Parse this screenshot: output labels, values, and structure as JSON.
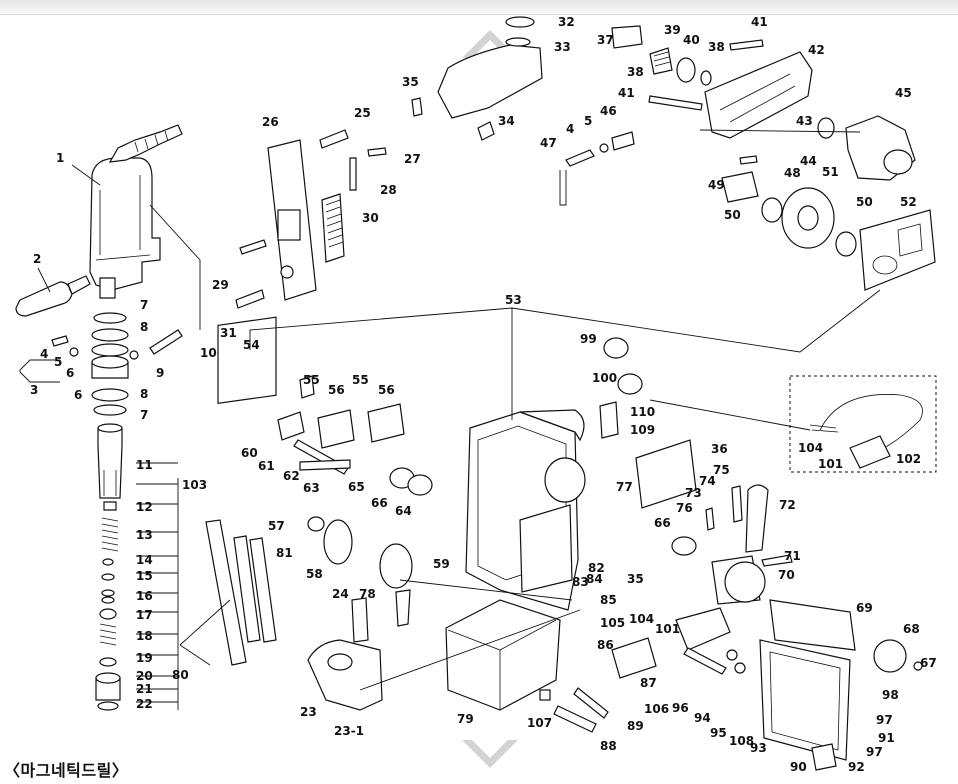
{
  "caption": "〈마그네틱드릴〉",
  "parts": [
    {
      "n": "1"
    },
    {
      "n": "2"
    },
    {
      "n": "3"
    },
    {
      "n": "4"
    },
    {
      "n": "5"
    },
    {
      "n": "6"
    },
    {
      "n": "6"
    },
    {
      "n": "7"
    },
    {
      "n": "8"
    },
    {
      "n": "8"
    },
    {
      "n": "7"
    },
    {
      "n": "9"
    },
    {
      "n": "10"
    },
    {
      "n": "11"
    },
    {
      "n": "12"
    },
    {
      "n": "13"
    },
    {
      "n": "14"
    },
    {
      "n": "15"
    },
    {
      "n": "16"
    },
    {
      "n": "17"
    },
    {
      "n": "18"
    },
    {
      "n": "19"
    },
    {
      "n": "20"
    },
    {
      "n": "21"
    },
    {
      "n": "22"
    },
    {
      "n": "103"
    },
    {
      "n": "23"
    },
    {
      "n": "23-1"
    },
    {
      "n": "24"
    },
    {
      "n": "25"
    },
    {
      "n": "26"
    },
    {
      "n": "27"
    },
    {
      "n": "28"
    },
    {
      "n": "29"
    },
    {
      "n": "30"
    },
    {
      "n": "31"
    },
    {
      "n": "32"
    },
    {
      "n": "33"
    },
    {
      "n": "34"
    },
    {
      "n": "35"
    },
    {
      "n": "37"
    },
    {
      "n": "38"
    },
    {
      "n": "39"
    },
    {
      "n": "40"
    },
    {
      "n": "38"
    },
    {
      "n": "41"
    },
    {
      "n": "42"
    },
    {
      "n": "41"
    },
    {
      "n": "4"
    },
    {
      "n": "5"
    },
    {
      "n": "46"
    },
    {
      "n": "47"
    },
    {
      "n": "43"
    },
    {
      "n": "45"
    },
    {
      "n": "44"
    },
    {
      "n": "48"
    },
    {
      "n": "49"
    },
    {
      "n": "51"
    },
    {
      "n": "50"
    },
    {
      "n": "50"
    },
    {
      "n": "52"
    },
    {
      "n": "53"
    },
    {
      "n": "54"
    },
    {
      "n": "55"
    },
    {
      "n": "56"
    },
    {
      "n": "55"
    },
    {
      "n": "56"
    },
    {
      "n": "60"
    },
    {
      "n": "61"
    },
    {
      "n": "62"
    },
    {
      "n": "63"
    },
    {
      "n": "65"
    },
    {
      "n": "66"
    },
    {
      "n": "64"
    },
    {
      "n": "57"
    },
    {
      "n": "58"
    },
    {
      "n": "59"
    },
    {
      "n": "80"
    },
    {
      "n": "81"
    },
    {
      "n": "78"
    },
    {
      "n": "99"
    },
    {
      "n": "100"
    },
    {
      "n": "110"
    },
    {
      "n": "109"
    },
    {
      "n": "36"
    },
    {
      "n": "77"
    },
    {
      "n": "75"
    },
    {
      "n": "74"
    },
    {
      "n": "73"
    },
    {
      "n": "72"
    },
    {
      "n": "76"
    },
    {
      "n": "66"
    },
    {
      "n": "71"
    },
    {
      "n": "70"
    },
    {
      "n": "69"
    },
    {
      "n": "68"
    },
    {
      "n": "67"
    },
    {
      "n": "82"
    },
    {
      "n": "35"
    },
    {
      "n": "83"
    },
    {
      "n": "84"
    },
    {
      "n": "85"
    },
    {
      "n": "105"
    },
    {
      "n": "104"
    },
    {
      "n": "101"
    },
    {
      "n": "86"
    },
    {
      "n": "87"
    },
    {
      "n": "106"
    },
    {
      "n": "96"
    },
    {
      "n": "94"
    },
    {
      "n": "95"
    },
    {
      "n": "108"
    },
    {
      "n": "93"
    },
    {
      "n": "98"
    },
    {
      "n": "97"
    },
    {
      "n": "91"
    },
    {
      "n": "97"
    },
    {
      "n": "90"
    },
    {
      "n": "92"
    },
    {
      "n": "79"
    },
    {
      "n": "107"
    },
    {
      "n": "89"
    },
    {
      "n": "88"
    },
    {
      "n": "104"
    },
    {
      "n": "101"
    },
    {
      "n": "102"
    }
  ]
}
